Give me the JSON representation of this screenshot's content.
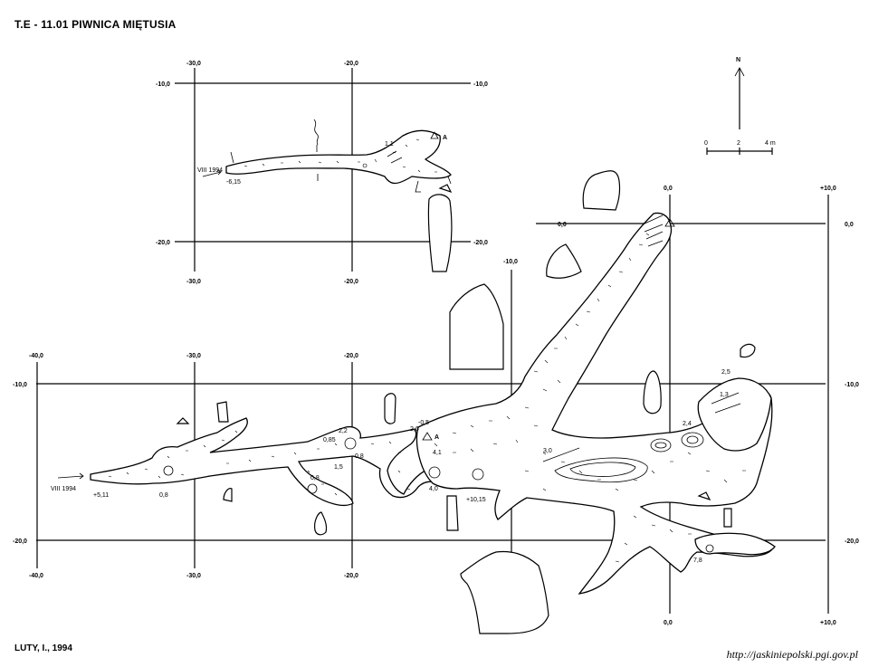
{
  "title": "T.E - 11.01  PIWNICA MIĘTUSIA",
  "author": "LUTY, I.,  1994",
  "source": "http://jaskiniepolski.pgi.gov.pl",
  "north": {
    "label": "N",
    "scale_labels": [
      "0",
      "2",
      "4 m"
    ]
  },
  "grid_top": {
    "x_labels": [
      "-30,0",
      "-20,0"
    ],
    "y_labels": [
      "-10,0",
      "-20,0"
    ]
  },
  "grid_main": {
    "x_labels": [
      "-40,0",
      "-30,0",
      "-20,0",
      "-10,0",
      "0,0",
      "+10,0"
    ],
    "y_labels": [
      "-10,0",
      "0,0",
      "-20,0"
    ]
  },
  "top_plan": {
    "entrance_date": "VIII 1994",
    "entrance_depth": "-6,15",
    "point_depth": "1,1",
    "station": "A"
  },
  "main_plan": {
    "entrance_date": "VIII 1994",
    "entrance_depth": "+5,11",
    "station": "A",
    "depths": [
      "0,8",
      "0,8",
      "2,2",
      "0,85",
      "1,5",
      "0,8",
      "2,6",
      "-0,5",
      "4,1",
      "4,0",
      "+10,15",
      "3,0",
      "2,5",
      "1,3",
      "2,4",
      "7,8"
    ]
  }
}
